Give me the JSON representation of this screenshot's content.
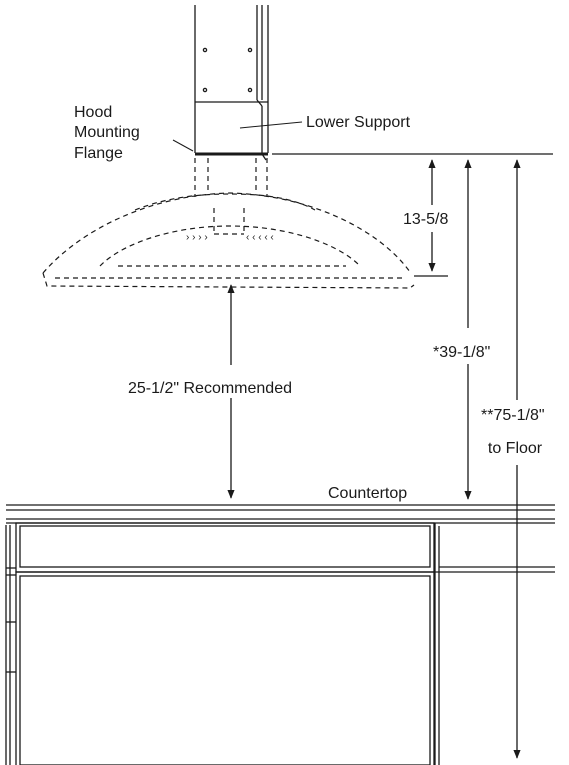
{
  "labels": {
    "hood_mounting_flange": [
      "Hood",
      "Mounting",
      "Flange"
    ],
    "lower_support": "Lower Support",
    "countertop": "Countertop"
  },
  "dimensions": {
    "hood_depth": "13-5/8",
    "hood_to_countertop": "25-1/2\" Recommended",
    "flange_to_countertop": "*39-1/8\"",
    "flange_to_floor": [
      "**75-1/8\"",
      "to Floor"
    ]
  }
}
